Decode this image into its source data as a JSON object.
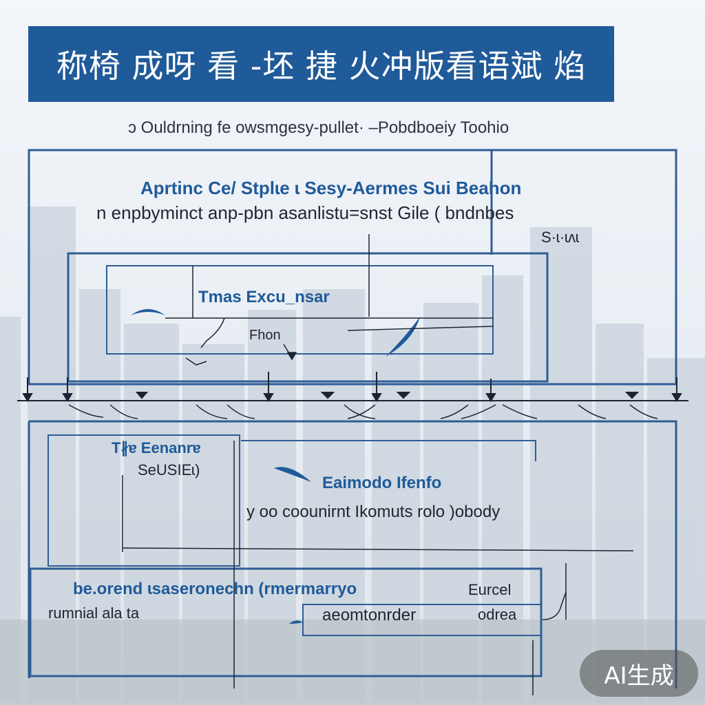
{
  "title": "称椅 成呀 看 -坯 捷 火冲版看语斌 焰",
  "subtitle": "ↄ Ouldrning  fe owsmgesy-pullet· –Pobdboeiy Toohio",
  "top_block": {
    "heading": "Aprtinc Ce/ Stplɩe ɩ Sesy-Aermes Sui Beahon",
    "line": "n enpbyminct anp-pbn asanlistu=snst   Gile ( bndnbes",
    "tag": "S·ɩ·ɩʌɩ"
  },
  "inner_block": {
    "heading": "Tmas Excu_nsar",
    "sub": "Fhon"
  },
  "lower_left": {
    "line1": "T∦ɐ Eenanrɐ",
    "line2": "SeUSIEɩ)"
  },
  "lower_center": {
    "heading": "Eaimodo Ifenfo",
    "line": "y oo coounirnt Ikomuts rolo )obody"
  },
  "bottom_block": {
    "heading": "be.orend ɩsaseronechn (rmermarryo",
    "heading_dark": "Eurcel",
    "left_line": "rumnial ala ta",
    "right_line": "aeomtonrder",
    "right_line2": "odrea"
  },
  "badge": "AI生成",
  "colors": {
    "accent": "#1f5a99",
    "line": "#2f5d95",
    "text": "#202630",
    "background": "#eef2f6"
  }
}
